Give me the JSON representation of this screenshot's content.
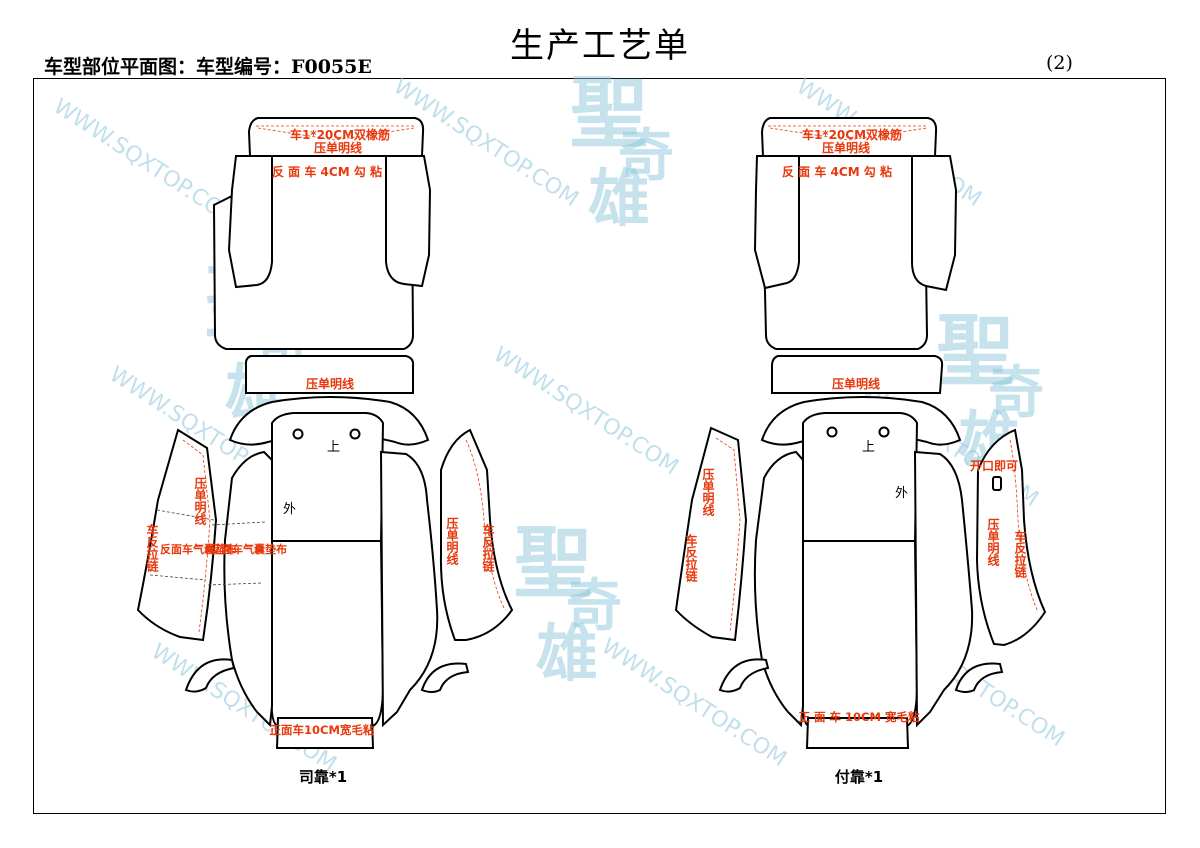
{
  "header": {
    "title": "生产工艺单",
    "subtitle": "车型部位平面图：车型编号：F0055E",
    "page_no": "(2)"
  },
  "watermark": {
    "url": "WWW.SQXTOP.COM",
    "brand_chars": [
      "聖",
      "奇",
      "雄"
    ],
    "color": "#8fc6dd"
  },
  "colors": {
    "label_red": "#e8380d",
    "outline": "#000000"
  },
  "left_seat": {
    "headrest_label_1": "车1*20CM双橡筋",
    "headrest_label_2": "压单明线",
    "back_top_label": "反 面 车 4CM 勾 粘",
    "bolster_band_label": "压单明线",
    "up_mark": "上",
    "out_mark": "外",
    "left_panel_v1": "压单明线",
    "left_panel_v2": "车反拉链",
    "airbag_1": "反面车气囊垫布",
    "airbag_2": "反面车气囊垫布",
    "right_panel_v1": "压单明线",
    "right_panel_v2": "车反拉链",
    "bottom_label": "正面车10CM宽毛粘",
    "caption": "司靠*1"
  },
  "right_seat": {
    "headrest_label_1": "车1*20CM双橡筋",
    "headrest_label_2": "压单明线",
    "back_top_label": "反 面 车 4CM 勾 粘",
    "bolster_band_label": "压单明线",
    "up_mark": "上",
    "out_mark": "外",
    "left_panel_v1": "压单明线",
    "left_panel_v2": "车反拉链",
    "open_label": "开口即可",
    "right_panel_v1": "压单明线",
    "right_panel_v2": "车反拉链",
    "bottom_label": "正 面 车 10CM 宽毛粘",
    "caption": "付靠*1"
  }
}
